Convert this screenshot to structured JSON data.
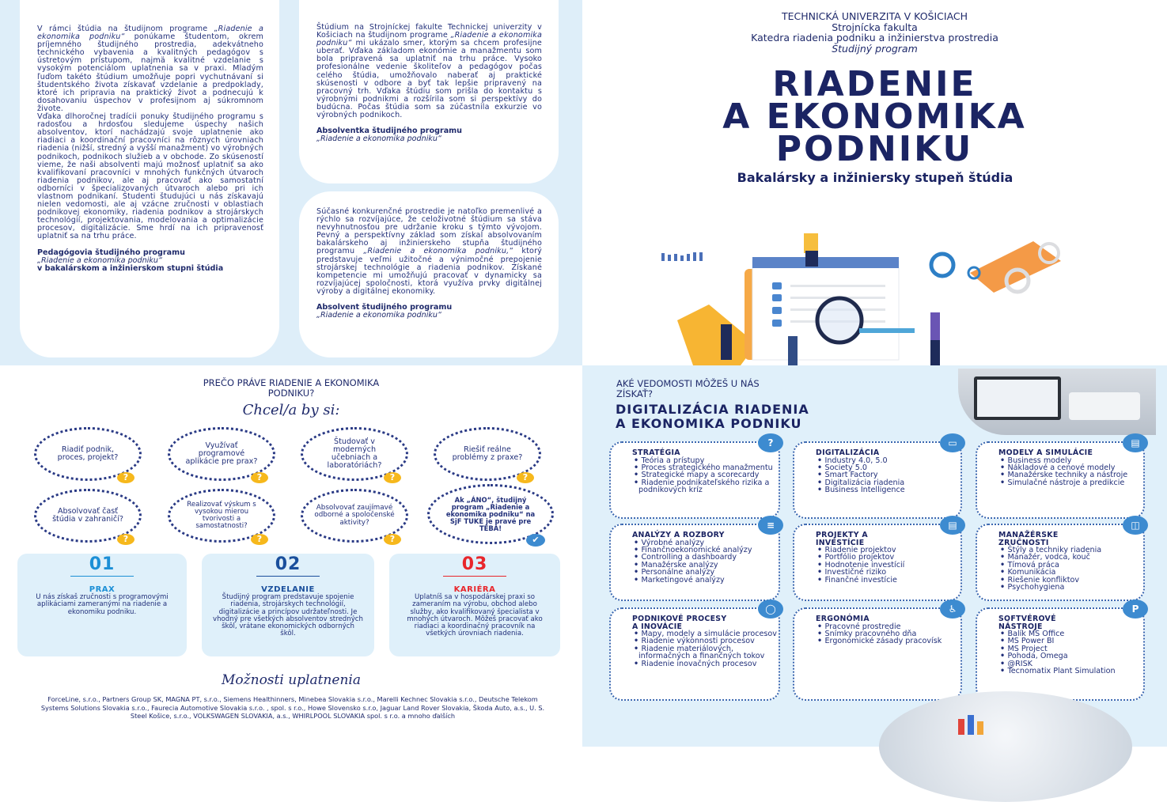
{
  "testimonials": {
    "teachers": {
      "p1_a": "V rámci štúdia na študijnom programe ",
      "p1_q": "„Riadenie a ekonomika podniku“",
      "p1_b": " ponúkame študentom, okrem príjemného študijného prostredia, adekvátneho technického vybavenia a kvalitných pedagógov s ústretovým prístupom, najmä kvalitné vzdelanie s vysokým potenciálom uplatnenia sa v praxi. Mladým ľuďom takéto štúdium umožňuje popri vychutnávaní si študentského života získavať vzdelanie a predpoklady, ktoré ich pripravia na praktický život a podnecujú k dosahovaniu úspechov v profesijnom aj súkromnom živote.",
      "p2": "Vďaka dlhoročnej tradícii ponuky študijného programu s radosťou a hrdosťou sledujeme úspechy našich absolventov, ktorí nachádzajú svoje uplatnenie ako riadiaci a koordinační pracovníci na rôznych úrovniach riadenia (nižší, stredný a vyšší manažment) vo výrobných podnikoch, podnikoch služieb a v obchode. Zo skúseností vieme, že naši absolventi majú možnosť uplatniť sa ako kvalifikovaní pracovníci v mnohých funkčných útvaroch riadenia podnikov, ale aj pracovať ako samostatní odborníci v špecializovaných útvaroch alebo pri ich vlastnom podnikaní. Študenti študujúci u nás získavajú nielen vedomosti, ale aj vzácne zručnosti v oblastiach podnikovej ekonomiky, riadenia podnikov a strojárskych technológií, projektovania, modelovania a optimalizácie procesov, digitalizácie. Sme hrdí na ich pripravenosť uplatniť sa na trhu práce.",
      "sig_title": "Pedagógovia študijného programu",
      "sig_program": "„Riadenie a ekonomika podniku“",
      "sig_level": "v bakalárskom a inžinierskom stupni štúdia"
    },
    "alumna": {
      "p_a": "Štúdium na Strojníckej fakulte Technickej univerzity v Košiciach na študijnom programe ",
      "p_q": "„Riadenie a ekonomika podniku“",
      "p_b": " mi ukázalo smer, ktorým sa chcem profesijne uberať. Vďaka základom ekonómie a manažmentu som bola pripravená sa uplatniť na trhu práce. Vysoko profesionálne vedenie školiteľov a pedagógov počas celého štúdia, umožňovalo naberať aj praktické skúsenosti v odbore a byť tak lepšie pripravený na pracovný trh. Vďaka štúdiu som prišla do kontaktu s výrobnými podnikmi a rozšírila som si perspektívy do budúcna. Počas štúdia som sa zúčastnila exkurzie vo výrobných podnikoch.",
      "sig_title": "Absolventka študijného programu",
      "sig_program": "„Riadenie a ekonomika podniku“"
    },
    "alumnus": {
      "p_a": "Súčasné konkurenčné prostredie je natoľko premenlivé a rýchlo sa rozvíjajúce, že celoživotné štúdium sa stáva nevyhnutnosťou pre udržanie kroku s týmto vývojom. Pevný a perspektívny základ som získal absolvovaním bakalárskeho aj inžinierskeho stupňa študijného programu ",
      "p_q": "„Riadenie a ekonomika podniku,“",
      "p_b": " ktorý predstavuje veľmi užitočné a výnimočné prepojenie strojárskej technológie a riadenia podnikov. Získané kompetencie mi umožňujú pracovať v dynamicky sa rozvíjajúcej spoločnosti, ktorá využíva prvky digitálnej výroby a digitálnej ekonomiky.",
      "sig_title": "Absolvent študijného programu",
      "sig_program": "„Riadenie a ekonomika podniku“"
    }
  },
  "cover": {
    "university": "TECHNICKÁ UNIVERZITA V KOŠICIACH",
    "faculty": "Strojnícka fakulta",
    "department": "Katedra riadenia podniku a inžinierstva prostredia",
    "program_label": "Študijný program",
    "title_lines": [
      "RIADENIE",
      "A EKONOMIKA",
      "PODNIKU"
    ],
    "subtitle": "Bakalársky a inžiniersky stupeň štúdia"
  },
  "why": {
    "heading": "PREČO PRÁVE RIADENIE A EKONOMIKA PODNIKU?",
    "script": "Chcel/a by si:",
    "bubbles": [
      "Riadiť podnik, proces, projekt?",
      "Využívať programové aplikácie pre prax?",
      "Študovať v moderných učebniach a laboratóriách?",
      "Riešiť reálne problémy z praxe?",
      "Absolvovať časť štúdia v zahraničí?",
      "Realizovať výskum s vysokou mierou tvorivosti a samostatnosti?",
      "Absolvovať zaujímavé odborné a spoločenské aktivity?",
      "Ak „ÁNO“, študijný program „Riadenie a ekonomika podniku“ na SjF TUKE je pravé pre TEBA!"
    ],
    "qmark": "?",
    "check": "✔",
    "cards": [
      {
        "num": "01",
        "title": "PRAX",
        "color": "#1c8fd6",
        "text": "U nás získaš zručnosti s programovými aplikáciami zameranými na riadenie a ekonomiku podniku."
      },
      {
        "num": "02",
        "title": "VZDELANIE",
        "color": "#1a4f9c",
        "text": "Študijný program predstavuje spojenie riadenia, strojárskych technológií, digitalizácie a princípov udržateľnosti. Je vhodný pre všetkých absolventov stredných škôl, vrátane ekonomických odborných škôl."
      },
      {
        "num": "03",
        "title": "KARIÉRA",
        "color": "#e8262b",
        "text": "Uplatníš sa v hospodárskej praxi so zameraním na výrobu, obchod alebo služby, ako kvalifikovaný špecialista v mnohých útvaroch. Môžeš pracovať ako riadiaci a koordinačný pracovník na všetkých úrovniach riadenia."
      }
    ],
    "opportunities_heading": "Možnosti uplatnenia",
    "companies": "ForceLine, s.r.o., Partners Group SK, MAGNA PT, s.r.o., Siemens Healthinners, Minebea Slovakia s.r.o., Marelli Kechnec Slovakia s.r.o., Deutsche Telekom Systems Solutions Slovakia s.r.o., Faurecia Automotive Slovakia s.r.o. , spol. s r.o., Howe Slovensko s.r.o, Jaguar Land Rover Slovakia, Škoda Auto, a.s., U. S. Steel Košice, s.r.o., VOLKSWAGEN SLOVAKIA, a.s., WHIRLPOOL SLOVAKIA spol. s r.o. a mnoho ďalších"
  },
  "knowledge": {
    "question": "AKÉ VEDOMOSTI MÔŽEŠ U NÁS ZÍSKAŤ?",
    "heading_lines": [
      "DIGITALIZÁCIA RIADENIA",
      "A EKONOMIKA PODNIKU"
    ],
    "boxes": [
      {
        "title": "STRATÉGIA",
        "icon": "head-question-icon",
        "glyph": "?",
        "items": [
          "Teória a prístupy",
          "Proces strategického manažmentu",
          "Strategické mapy a scorecardy",
          "Riadenie podnikateľského rizika a podnikových kríz"
        ]
      },
      {
        "title": "DIGITALIZÁCIA",
        "icon": "laptop-icon",
        "glyph": "▭",
        "items": [
          "Industry 4.0, 5.0",
          "Society 5.0",
          "Smart Factory",
          "Digitalizácia riadenia",
          "Business Intelligence"
        ]
      },
      {
        "title": "MODELY A SIMULÁCIE",
        "icon": "monitor-icon",
        "glyph": "▤",
        "items": [
          "Business modely",
          "Nákladové a cenové modely",
          "Manažérske techniky a nástroje",
          "Simulačné nástroje a predikcie"
        ]
      },
      {
        "title": "ANALÝZY A ROZBORY",
        "icon": "search-list-icon",
        "glyph": "≡",
        "items": [
          "Výrobné analýzy",
          "Finančnoekonomické analýzy",
          "Controlling a dashboardy",
          "Manažérske analýzy",
          "Personálne analýzy",
          "Marketingové analýzy"
        ]
      },
      {
        "title": "PROJEKTY A INVESTÍCIE",
        "icon": "document-icon",
        "glyph": "▤",
        "items": [
          "Riadenie projektov",
          "Portfólio projektov",
          "Hodnotenie investícií",
          "Investičné riziko",
          "Finančné investície"
        ]
      },
      {
        "title": "MANAŽÉRSKE ZRUČNOSTI",
        "icon": "briefcase-icon",
        "glyph": "◫",
        "items": [
          "Štýly a techniky riadenia",
          "Manažér, vodca, kouč",
          "Tímová práca",
          "Komunikácia",
          "Riešenie konfliktov",
          "Psychohygiena"
        ]
      },
      {
        "title": "PODNIKOVÉ PROCESY A INOVÁCIE",
        "icon": "lightbulb-icon",
        "glyph": "◯",
        "items": [
          "Mapy, modely a simulácie procesov",
          "Riadenie výkonnosti procesov",
          "Riadenie materiálových, informačných a finančných tokov",
          "Riadenie inovačných procesov"
        ]
      },
      {
        "title": "ERGONÓMIA",
        "icon": "workstation-icon",
        "glyph": "♿",
        "items": [
          "Pracovné prostredie",
          "Snímky pracovného dňa",
          "Ergonomické zásady pracovísk"
        ]
      },
      {
        "title": "SOFTVÉROVÉ NÁSTROJE",
        "icon": "office-apps-icon",
        "glyph": "P",
        "items": [
          "Balík MS Office",
          "MS Power BI",
          "MS Project",
          "Pohoda, Omega",
          "@RISK",
          "Tecnomatix Plant Simulation"
        ]
      }
    ]
  }
}
